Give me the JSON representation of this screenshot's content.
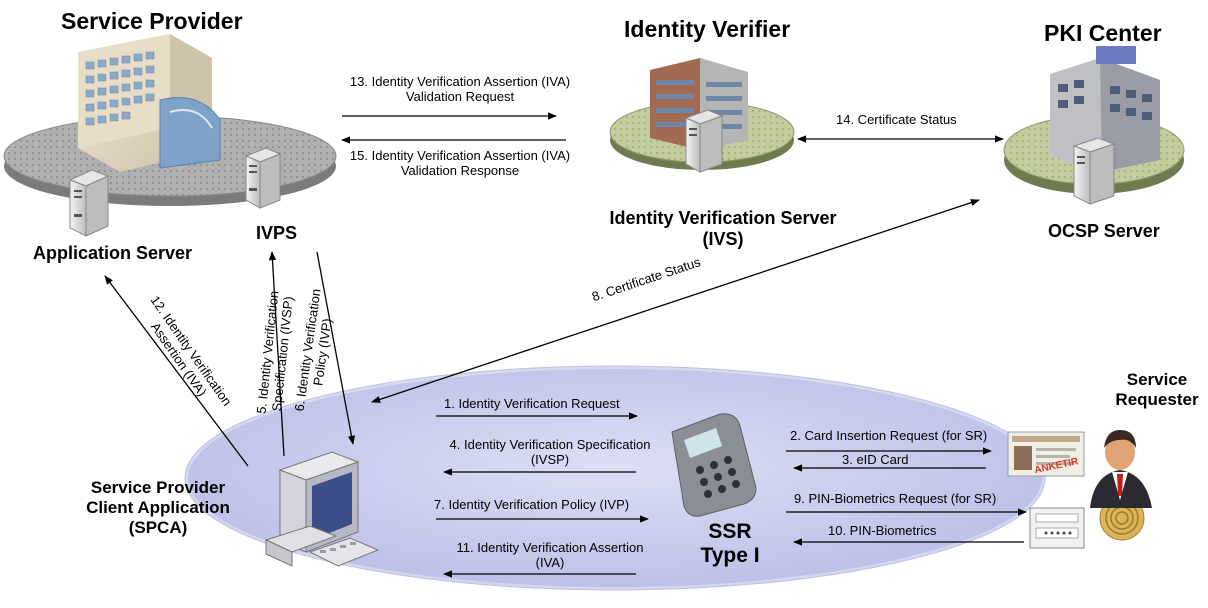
{
  "titles": {
    "service_provider": "Service Provider",
    "identity_verifier": "Identity Verifier",
    "pki_center": "PKI Center"
  },
  "labels": {
    "application_server": "Application Server",
    "ivps": "IVPS",
    "ivs_line1": "Identity Verification Server",
    "ivs_line2": "(IVS)",
    "ocsp_server": "OCSP Server",
    "service_requester_line1": "Service",
    "service_requester_line2": "Requester",
    "spca_line1": "Service Provider",
    "spca_line2": "Client Application",
    "spca_line3": "(SPCA)",
    "ssr_line1": "SSR",
    "ssr_line2": "Type I",
    "eid_stamp": "ANKETIR"
  },
  "messages": {
    "m1": "1. Identity Verification Request",
    "m2": "2. Card Insertion Request (for SR)",
    "m3": "3. eID Card",
    "m4_line1": "4. Identity Verification Specification",
    "m4_line2": "(IVSP)",
    "m5_line1": "5. Identity Verification",
    "m5_line2": "Specification (IVSP)",
    "m6_line1": "6. Identity Verification",
    "m6_line2": "Policy (IVP)",
    "m7": "7. Identity Verification Policy (IVP)",
    "m8": "8. Certificate Status",
    "m9": "9. PIN-Biometrics Request (for SR)",
    "m10": "10. PIN-Biometrics",
    "m11_line1": "11. Identity Verification Assertion",
    "m11_line2": "(IVA)",
    "m12_line1": "12. Identity Verification",
    "m12_line2": "Assertion (IVA)",
    "m13_line1": "13. Identity Verification Assertion (IVA)",
    "m13_line2": "Validation Request",
    "m14": "14. Certificate Status",
    "m15_line1": "15. Identity Verification Assertion (IVA)",
    "m15_line2": "Validation Response"
  },
  "icons": [
    "office-building-icon",
    "server-tower-icon",
    "hospital-building-icon",
    "desktop-computer-icon",
    "card-reader-icon",
    "eid-card-icon",
    "pin-pad-icon",
    "fingerprint-icon",
    "business-person-icon"
  ],
  "colors": {
    "service_ellipse": "#c9cdec",
    "platform_gray": "#a9a9a9",
    "platform_green": "#b7c48f",
    "arrow": "#000000"
  }
}
